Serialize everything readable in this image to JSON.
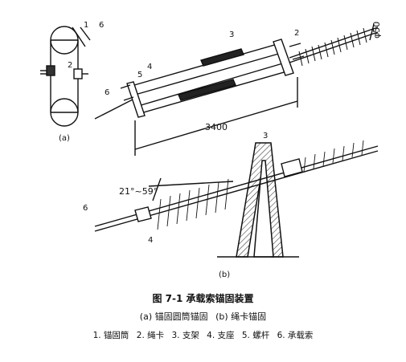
{
  "figure": {
    "labels": {
      "n1": "1",
      "n2": "2",
      "n3": "3",
      "n4": "4",
      "n5": "5",
      "n6": "6",
      "sub_a": "(a)",
      "sub_b": "(b)",
      "dim_length": "3400",
      "dim_dia": "φ50",
      "angle": "21°~59°"
    }
  },
  "caption": {
    "title": "图 7-1  承载索锚固装置",
    "sub_a": "(a) 锚固圆筒锚固",
    "sub_b": "(b) 绳卡锚固",
    "legend": [
      "1. 锚固筒",
      "2. 绳卡",
      "3. 支架",
      "4. 支座",
      "5. 螺杆",
      "6. 承载索"
    ]
  }
}
